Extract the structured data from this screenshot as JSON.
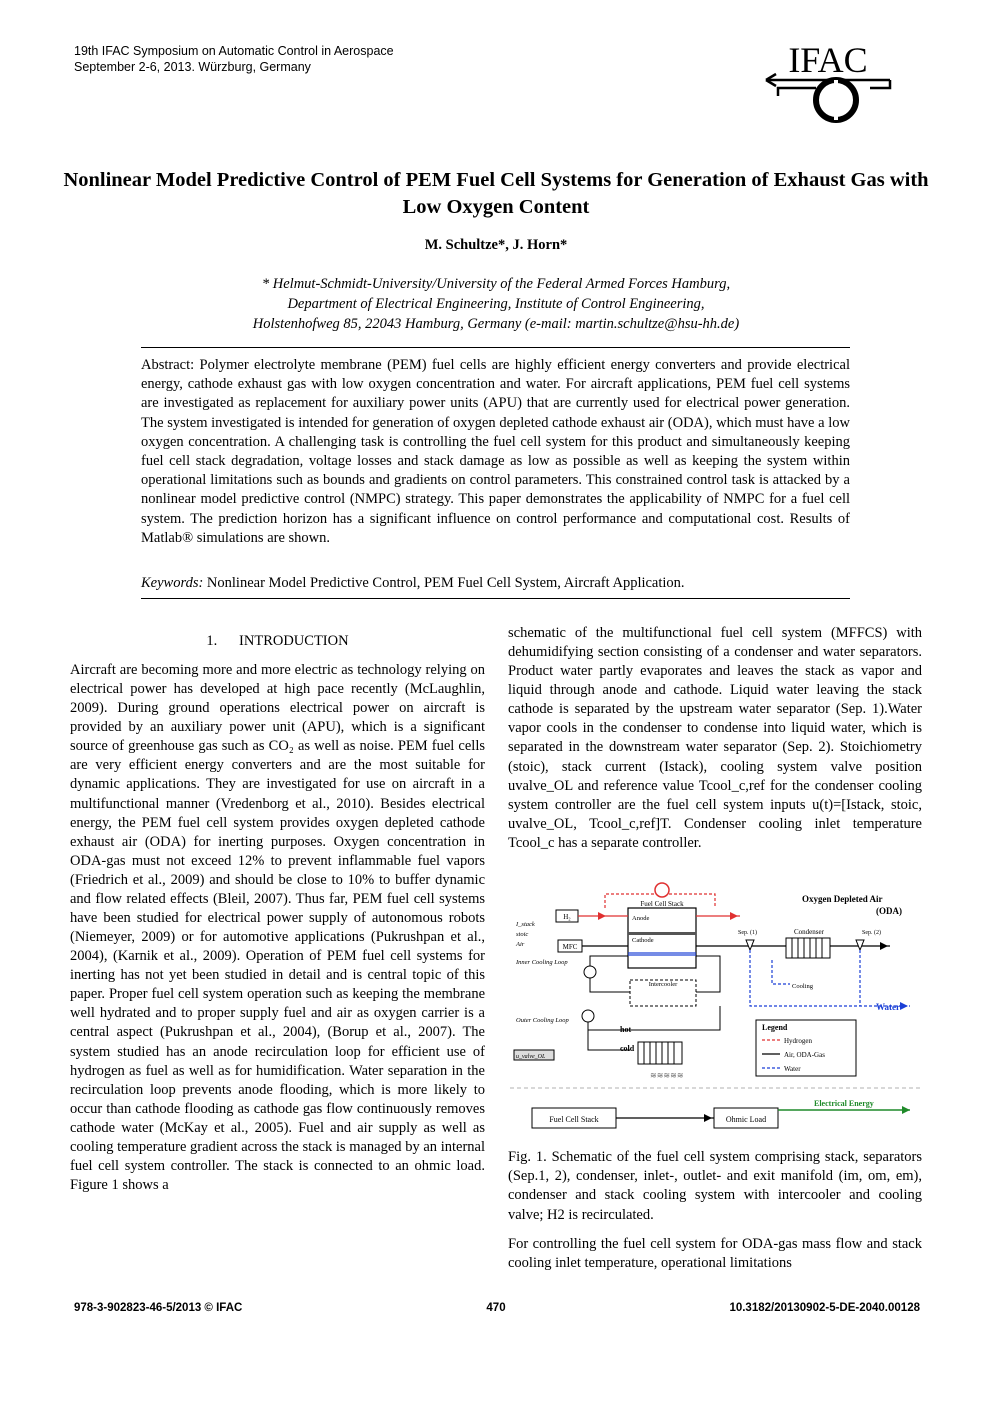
{
  "header": {
    "conference_line1": "19th IFAC Symposium on Automatic Control in Aerospace",
    "conference_line2": "September 2-6, 2013. Würzburg, Germany",
    "logo_text": "IFAC"
  },
  "paper": {
    "title": "Nonlinear Model Predictive Control of PEM Fuel Cell Systems for Generation of Exhaust Gas with Low Oxygen Content",
    "authors": "M. Schultze*, J. Horn*",
    "affiliation_line1": "* Helmut-Schmidt-University/University of the Federal Armed Forces Hamburg,",
    "affiliation_line2": "Department of Electrical Engineering,  Institute of Control Engineering,",
    "affiliation_line3": "Holstenhofweg 85, 22043 Hamburg, Germany (e-mail: martin.schultze@hsu-hh.de)",
    "abstract": "Abstract: Polymer electrolyte membrane (PEM) fuel cells are highly efficient energy converters and provide electrical energy, cathode exhaust gas with low oxygen concentration and water. For aircraft applications, PEM fuel cell systems are investigated as replacement for auxiliary power units (APU) that are currently used for electrical power generation. The system investigated is intended for generation of oxygen depleted cathode exhaust air (ODA), which must have a low oxygen concentration. A challenging task is controlling the fuel cell system for this product and simultaneously keeping fuel cell stack degradation, voltage losses and stack damage as low as possible as well as keeping the system within operational limitations such as bounds and gradients on control parameters. This constrained control task is attacked by a nonlinear model predictive control (NMPC) strategy. This paper demonstrates the applicability of NMPC for a fuel cell system. The prediction horizon has a significant influence on control performance and computational cost. Results of Matlab® simulations are shown.",
    "keywords_label": "Keywords:",
    "keywords": " Nonlinear Model Predictive Control, PEM Fuel Cell System, Aircraft Application."
  },
  "body": {
    "section1_heading": "1.      INTRODUCTION",
    "intro_left": "Aircraft are becoming more and more electric as technology relying on electrical power has developed at high pace recently (McLaughlin, 2009). During ground operations electrical power on aircraft is provided by an auxiliary power unit (APU), which is a significant source of greenhouse gas such as CO₂ as well as noise. PEM fuel cells are very efficient energy converters and are the most suitable for dynamic applications. They are investigated for use on aircraft in a multifunctional manner (Vredenborg et al., 2010). Besides electrical energy, the PEM fuel cell system provides oxygen depleted cathode exhaust air (ODA) for inerting purposes. Oxygen concentration in ODA-gas must not exceed 12% to prevent inflammable fuel vapors (Friedrich et al., 2009) and should be close to 10% to buffer dynamic and flow related effects (Bleil, 2007). Thus far, PEM fuel cell systems have been studied for electrical power supply of autonomous robots (Niemeyer, 2009) or for automotive applications (Pukrushpan et al., 2004), (Karnik et al., 2009). Operation of PEM fuel cell systems for inerting has not yet been studied in detail and is central topic of this paper. Proper fuel cell system operation such as keeping the membrane well hydrated and to proper supply fuel and air as oxygen carrier is a central aspect (Pukrushpan et al., 2004), (Borup et al., 2007). The system studied has an anode recirculation loop for efficient use of hydrogen as fuel as well as for humidification. Water separation in the recirculation loop prevents anode flooding, which is more likely to occur than cathode flooding as cathode gas flow continuously removes cathode water (McKay et al., 2005). Fuel and air supply as well as cooling temperature gradient across the stack is managed by an internal fuel cell system controller. The stack is connected to an ohmic load. Figure 1 shows a",
    "intro_right": "schematic of the multifunctional fuel cell system (MFFCS) with dehumidifying section consisting of a condenser and water separators. Product water partly evaporates and leaves the stack as vapor and liquid through anode and cathode. Liquid water leaving the stack cathode is separated by the upstream water separator (Sep. 1).Water vapor cools in the condenser to condense into liquid water, which is separated in the downstream water separator (Sep. 2). Stoichiometry (stoic), stack current (Istack), cooling system valve position uvalve_OL and reference value Tcool_c,ref for the condenser cooling system controller are the fuel cell system inputs u(t)=[Istack, stoic, uvalve_OL, Tcool_c,ref]T. Condenser cooling inlet temperature Tcool_c has a separate controller.",
    "fig_caption": "Fig. 1. Schematic of the fuel cell system comprising stack, separators (Sep.1, 2), condenser, inlet-, outlet- and exit manifold (im, om, em), condenser and stack cooling system with intercooler and cooling valve; H2 is recirculated.",
    "right_continue": "For controlling the fuel cell system for ODA-gas mass flow and stack cooling inlet temperature, operational limitations"
  },
  "figure": {
    "fuel_cell_stack": "Fuel Cell Stack",
    "anode": "Anode",
    "cathode": "Cathode",
    "intercooler": "Intercooler",
    "mfc": "MFC",
    "h2": "H₂",
    "stack_label": "I_stack",
    "stoic": "stoic",
    "air": "Air",
    "inner_loop": "Inner Cooling Loop",
    "outer_loop": "Outer Cooling Loop",
    "valve_ol": "u_valve_OL",
    "hot": "hot",
    "cold": "cold",
    "oda_title": "Oxygen Depleted Air",
    "oda_abbr": "(ODA)",
    "sep1": "Sep. (1)",
    "sep2": "Sep. (2)",
    "condenser": "Condenser",
    "cooling": "Cooling",
    "water": "Water",
    "legend_title": "Legend",
    "legend_h2": "Hydrogen",
    "legend_air": "Air, ODA-Gas",
    "legend_water": "Water",
    "electrical_energy": "Electrical Energy",
    "ohmic_load": "Ohmic Load",
    "stack_box": "Fuel Cell Stack",
    "red": "#e03030",
    "blue": "#1a3fd6",
    "green": "#1f8a2a"
  },
  "footer": {
    "isbn": "978-3-902823-46-5/2013 © IFAC",
    "page": "470",
    "doi": "10.3182/20130902-5-DE-2040.00128"
  }
}
